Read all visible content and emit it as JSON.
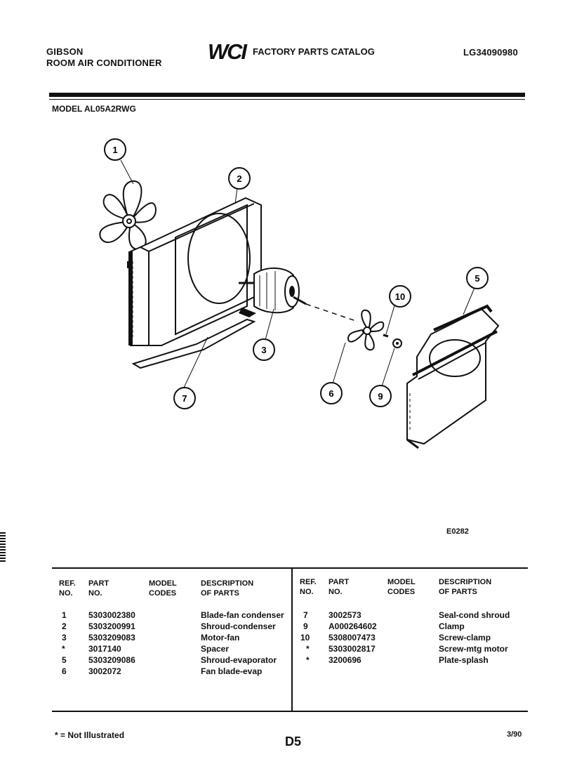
{
  "header": {
    "brand_line1": "GIBSON",
    "brand_line2": "ROOM AIR CONDITIONER",
    "logo_text": "WCI",
    "catalog_title": "FACTORY PARTS CATALOG",
    "catalog_number": "LG34090980",
    "model_label": "MODEL AL05A2RWG"
  },
  "diagram": {
    "callouts": [
      "1",
      "2",
      "3",
      "5",
      "6",
      "7",
      "9",
      "10"
    ],
    "diagram_code": "E0282"
  },
  "table": {
    "headers": {
      "ref": [
        "REF.",
        "NO."
      ],
      "part": [
        "PART",
        "NO."
      ],
      "model": [
        "MODEL",
        "CODES"
      ],
      "desc": [
        "DESCRIPTION",
        "OF PARTS"
      ]
    },
    "left_rows": [
      {
        "ref": "1",
        "part": "5303002380",
        "model": "",
        "desc": "Blade-fan condenser"
      },
      {
        "ref": "2",
        "part": "5303200991",
        "model": "",
        "desc": "Shroud-condenser"
      },
      {
        "ref": "3",
        "part": "5303209083",
        "model": "",
        "desc": "Motor-fan"
      },
      {
        "ref": "*",
        "part": "3017140",
        "model": "",
        "desc": "Spacer"
      },
      {
        "ref": "5",
        "part": "5303209086",
        "model": "",
        "desc": "Shroud-evaporator"
      },
      {
        "ref": "6",
        "part": "3002072",
        "model": "",
        "desc": "Fan blade-evap"
      }
    ],
    "right_rows": [
      {
        "ref": "7",
        "part": "3002573",
        "model": "",
        "desc": "Seal-cond shroud"
      },
      {
        "ref": "9",
        "part": "A000264602",
        "model": "",
        "desc": "Clamp"
      },
      {
        "ref": "10",
        "part": "5308007473",
        "model": "",
        "desc": "Screw-clamp"
      },
      {
        "ref": "*",
        "part": "5303002817",
        "model": "",
        "desc": "Screw-mtg motor"
      },
      {
        "ref": "*",
        "part": "3200696",
        "model": "",
        "desc": "Plate-splash"
      }
    ]
  },
  "footer": {
    "note": "* = Not Illustrated",
    "page_id": "D5",
    "date": "3/90"
  }
}
